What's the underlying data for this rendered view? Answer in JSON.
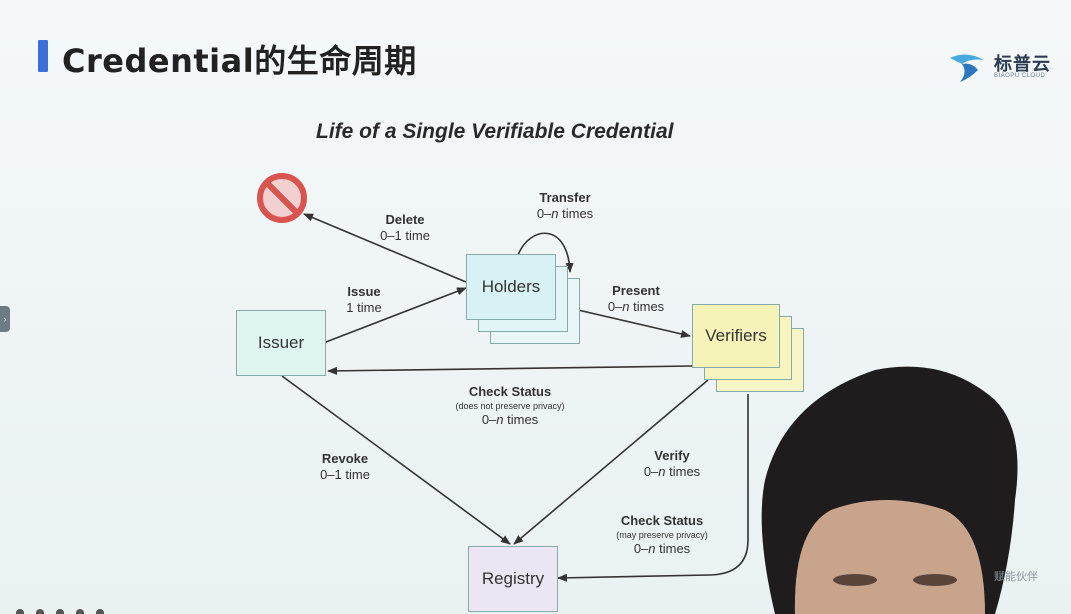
{
  "slide": {
    "title": "Credential的生命周期",
    "logo_name": "标普云",
    "logo_sub": "BIAOPU CLOUD",
    "watermark": "赋能伙伴"
  },
  "diagram": {
    "title": "Life of a Single Verifiable Credential",
    "nodes": {
      "issuer": "Issuer",
      "holders": "Holders",
      "verifiers": "Verifiers",
      "registry": "Registry"
    },
    "edges": {
      "delete": {
        "label": "Delete",
        "count": "0–1 time"
      },
      "transfer": {
        "label": "Transfer",
        "count_prefix": "0–",
        "count_n": "n",
        "count_suffix": " times"
      },
      "issue": {
        "label": "Issue",
        "count": "1 time"
      },
      "present": {
        "label": "Present",
        "count_prefix": "0–",
        "count_n": "n",
        "count_suffix": " times"
      },
      "check_status_1": {
        "label": "Check Status",
        "note": "(does not preserve privacy)",
        "count_prefix": "0–",
        "count_n": "n",
        "count_suffix": " times"
      },
      "revoke": {
        "label": "Revoke",
        "count": "0–1 time"
      },
      "verify": {
        "label": "Verify",
        "count_prefix": "0–",
        "count_n": "n",
        "count_suffix": " times"
      },
      "check_status_2": {
        "label": "Check Status",
        "note": "(may preserve privacy)",
        "count_prefix": "0–",
        "count_n": "n",
        "count_suffix": " times"
      }
    }
  },
  "colors": {
    "accent_bar": "#3c6fd8",
    "issuer_fill": "#dff5ef",
    "holders_fill": "#d8f2f4",
    "verifiers_fill": "#f5f3b8",
    "registry_fill": "#ece6f2",
    "delete_icon": "#d9534f"
  },
  "icons": {
    "delete": "prohibited-icon",
    "logo": "biaopu-logo-icon"
  }
}
